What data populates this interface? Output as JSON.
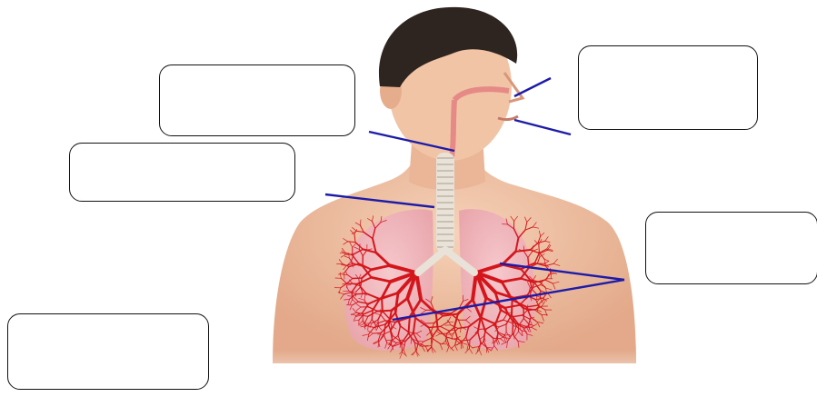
{
  "diagram": {
    "colors": {
      "skin": "#f2c4a6",
      "skin_shade": "#e3a98a",
      "hair": "#2e2420",
      "lung": "#f1b9be",
      "bronchi": "#d4161c",
      "trachea": "#e8e2d8",
      "leader_line": "#1c1ca8",
      "box_border": "#111111"
    },
    "label_boxes": [
      {
        "id": "nasal-cavity",
        "text": ""
      },
      {
        "id": "pharynx",
        "text": ""
      },
      {
        "id": "larynx",
        "text": ""
      },
      {
        "id": "trachea",
        "text": ""
      },
      {
        "id": "bronchi",
        "text": ""
      },
      {
        "id": "lungs",
        "text": ""
      }
    ]
  }
}
